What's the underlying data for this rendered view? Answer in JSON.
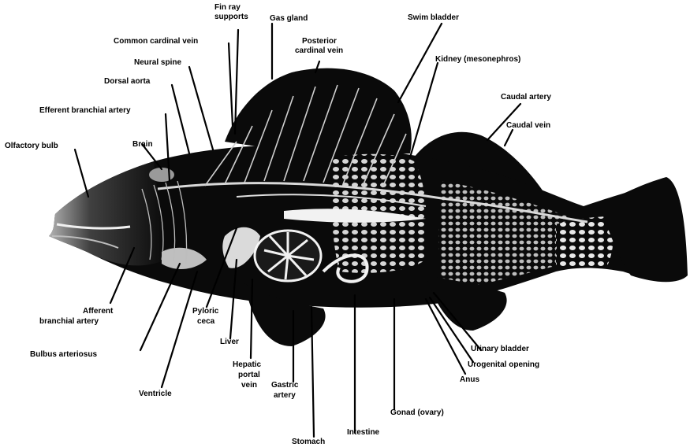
{
  "labels": {
    "fin_ray_supports": [
      "Fin ray",
      "supports"
    ],
    "gas_gland": "Gas gland",
    "swim_bladder": "Swim bladder",
    "common_cardinal_vein": "Common cardinal vein",
    "posterior_cardinal_vein": [
      "Posterior",
      "cardinal vein"
    ],
    "neural_spine": "Neural spine",
    "kidney": "Kidney (mesonephros)",
    "dorsal_aorta": "Dorsal aorta",
    "caudal_artery": "Caudal artery",
    "efferent_branchial_artery": "Efferent branchial artery",
    "caudal_vein": "Caudal vein",
    "olfactory_bulb": "Olfactory bulb",
    "brain": "Brain",
    "afferent_branchial_artery": [
      "Afferent",
      "branchial artery"
    ],
    "pyloric_ceca": [
      "Pyloric",
      "ceca"
    ],
    "liver": "Liver",
    "bulbus_arteriosus": "Bulbus arteriosus",
    "hepatic_portal_vein": [
      "Hepatic",
      "portal",
      "vein"
    ],
    "gastric_artery": [
      "Gastric",
      "artery"
    ],
    "ventricle": "Ventricle",
    "stomach": "Stomach",
    "intestine": "Intestine",
    "gonad": "Gonad (ovary)",
    "anus": "Anus",
    "urogenital_opening": "Urogenital opening",
    "urinary_bladder": "Urinary bladder"
  },
  "colors": {
    "body": "#0a0a0a",
    "organ_highlight": "#ffffff",
    "background": "#ffffff"
  }
}
